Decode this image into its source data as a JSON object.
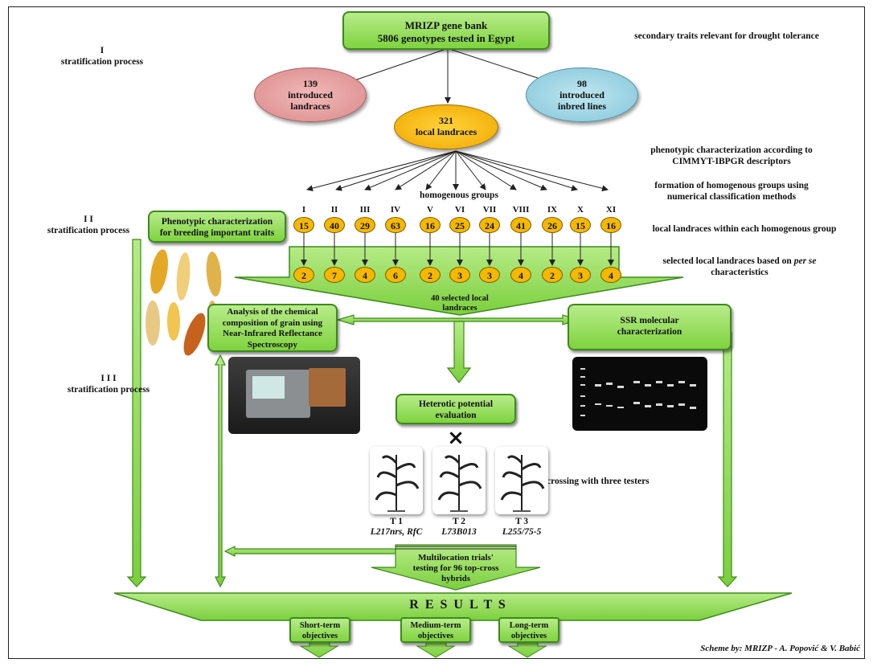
{
  "stages": {
    "s1_num": "I",
    "s1_label": "stratification process",
    "s2_num": "I I",
    "s2_label": "stratification process",
    "s3_num": "I I I",
    "s3_label": "stratification process"
  },
  "genebank": {
    "line1": "MRIZP gene bank",
    "line2": "5806 genotypes tested in Egypt"
  },
  "introduced_landraces": {
    "count": "139",
    "line1": "introduced",
    "line2": "landraces"
  },
  "local_landraces": {
    "count": "321",
    "label": "local landraces"
  },
  "introduced_inbreds": {
    "count": "98",
    "line1": "introduced",
    "line2": "inbred lines"
  },
  "right_notes": {
    "secondary": "secondary traits relevant for drought tolerance",
    "pheno1": "phenotypic characterization according to",
    "pheno2": "CIMMYT-IBPGR descriptors",
    "homog1": "formation of homogenous groups using",
    "homog2": "numerical classification methods",
    "within": "local landraces within each homogenous group",
    "sel1": "selected local landraces based on",
    "sel_em": "per se",
    "sel2": "characteristics",
    "crossing": "crossing with three testers"
  },
  "homogenous_groups_label": "homogenous groups",
  "groups": [
    {
      "id": "I",
      "total": "15",
      "selected": "2"
    },
    {
      "id": "II",
      "total": "40",
      "selected": "7"
    },
    {
      "id": "III",
      "total": "29",
      "selected": "4"
    },
    {
      "id": "IV",
      "total": "63",
      "selected": "6"
    },
    {
      "id": "V",
      "total": "16",
      "selected": "2"
    },
    {
      "id": "VI",
      "total": "25",
      "selected": "3"
    },
    {
      "id": "VII",
      "total": "24",
      "selected": "3"
    },
    {
      "id": "VIII",
      "total": "41",
      "selected": "4"
    },
    {
      "id": "IX",
      "total": "26",
      "selected": "2"
    },
    {
      "id": "X",
      "total": "15",
      "selected": "3"
    },
    {
      "id": "XI",
      "total": "16",
      "selected": "4"
    }
  ],
  "selected_total": {
    "line1": "40 selected local",
    "line2": "landraces"
  },
  "phenotypic_box": {
    "line1": "Phenotypic characterization",
    "line2": "for breeding important traits"
  },
  "nir_box": {
    "line1": "Analysis of the chemical",
    "line2": "composition of grain using",
    "line3": "Near-Infrared Reflectance",
    "line4": "Spectroscopy"
  },
  "ssr_box": {
    "line1": "SSR molecular",
    "line2": "characterization"
  },
  "heterotic_box": {
    "line1": "Heterotic potential",
    "line2": "evaluation"
  },
  "cross_symbol": "×",
  "testers": [
    {
      "name": "T 1",
      "line": "L217nrs, RfC"
    },
    {
      "name": "T 2",
      "line": "L73B013"
    },
    {
      "name": "T 3",
      "line": "L255/75-5"
    }
  ],
  "multilocation": {
    "line1": "Multilocation trials'",
    "line2": "testing for 96 top-cross",
    "line3": "hybrids"
  },
  "results": "R E S U L T S",
  "objectives": [
    {
      "line1": "Short-term",
      "line2": "objectives"
    },
    {
      "line1": "Medium-term",
      "line2": "objectives"
    },
    {
      "line1": "Long-term",
      "line2": "objectives"
    }
  ],
  "credit": "Scheme by: MRIZP - A. Popović & V. Babić",
  "colors": {
    "green_fill": "#8fdc4f",
    "green_border": "#3c8a1c",
    "orange": "#f5b800",
    "pink": "#e7a0a0",
    "blue": "#8ccfe0"
  }
}
